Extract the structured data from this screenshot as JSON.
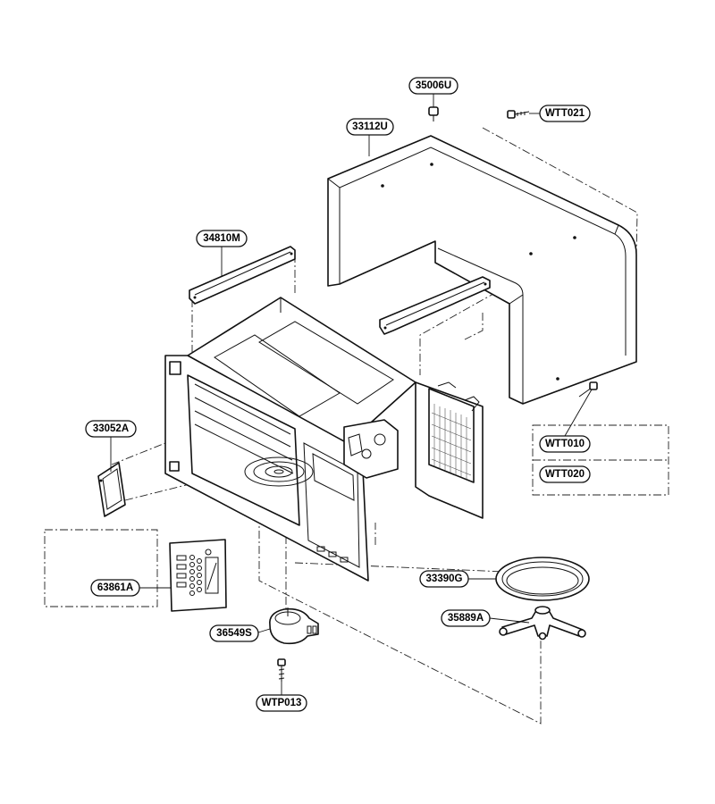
{
  "callouts": {
    "c35006U": "35006U",
    "cWTT021": "WTT021",
    "c33112U": "33112U",
    "c34810M": "34810M",
    "c33052A": "33052A",
    "cWTT010": "WTT010",
    "cWTT020": "WTT020",
    "c63861A": "63861A",
    "c33390G": "33390G",
    "c35889A": "35889A",
    "c36549S": "36549S",
    "cWTP013": "WTP013"
  },
  "colors": {
    "line": "#111111",
    "background": "#ffffff"
  }
}
